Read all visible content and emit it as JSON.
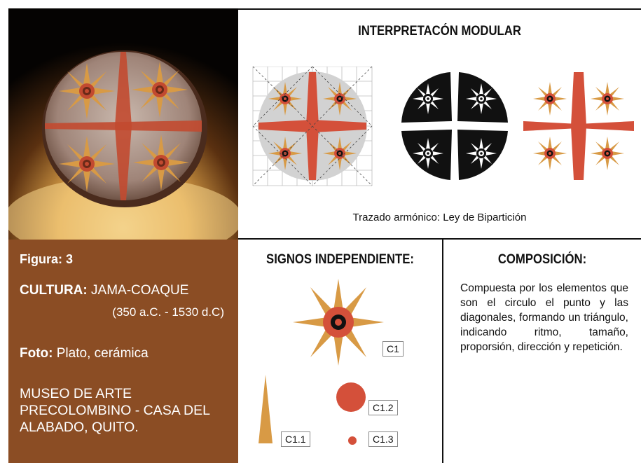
{
  "modular": {
    "title": "INTERPRETACÓN MODULAR",
    "caption": "Trazado armónico: Ley de Bipartición"
  },
  "info": {
    "figura": "Figura: 3",
    "cultura_label": "CULTURA:",
    "cultura_value": " JAMA-COAQUE",
    "years": "(350 a.C. - 1530 d.C)",
    "foto_label": "Foto:",
    "foto_value": " Plato, cerámica",
    "museo": "MUSEO DE ARTE PRECOLOMBINO - CASA DEL ALABADO, QUITO."
  },
  "signos": {
    "title": "SIGNOS INDEPENDIENTE:",
    "labels": {
      "c1": "C1",
      "c11": "C1.1",
      "c12": "C1.2",
      "c13": "C1.3"
    }
  },
  "composicion": {
    "title": "COMPOSICIÓN:",
    "text": "Compuesta por los elementos que son el circulo el punto y las diagonales, formando un triángulo, indicando ritmo, tamaño, proporsión, dirección y repetición."
  },
  "colors": {
    "red": "#d4503a",
    "ochre": "#d89a45",
    "brown": "#8b4d24",
    "black": "#111111"
  }
}
